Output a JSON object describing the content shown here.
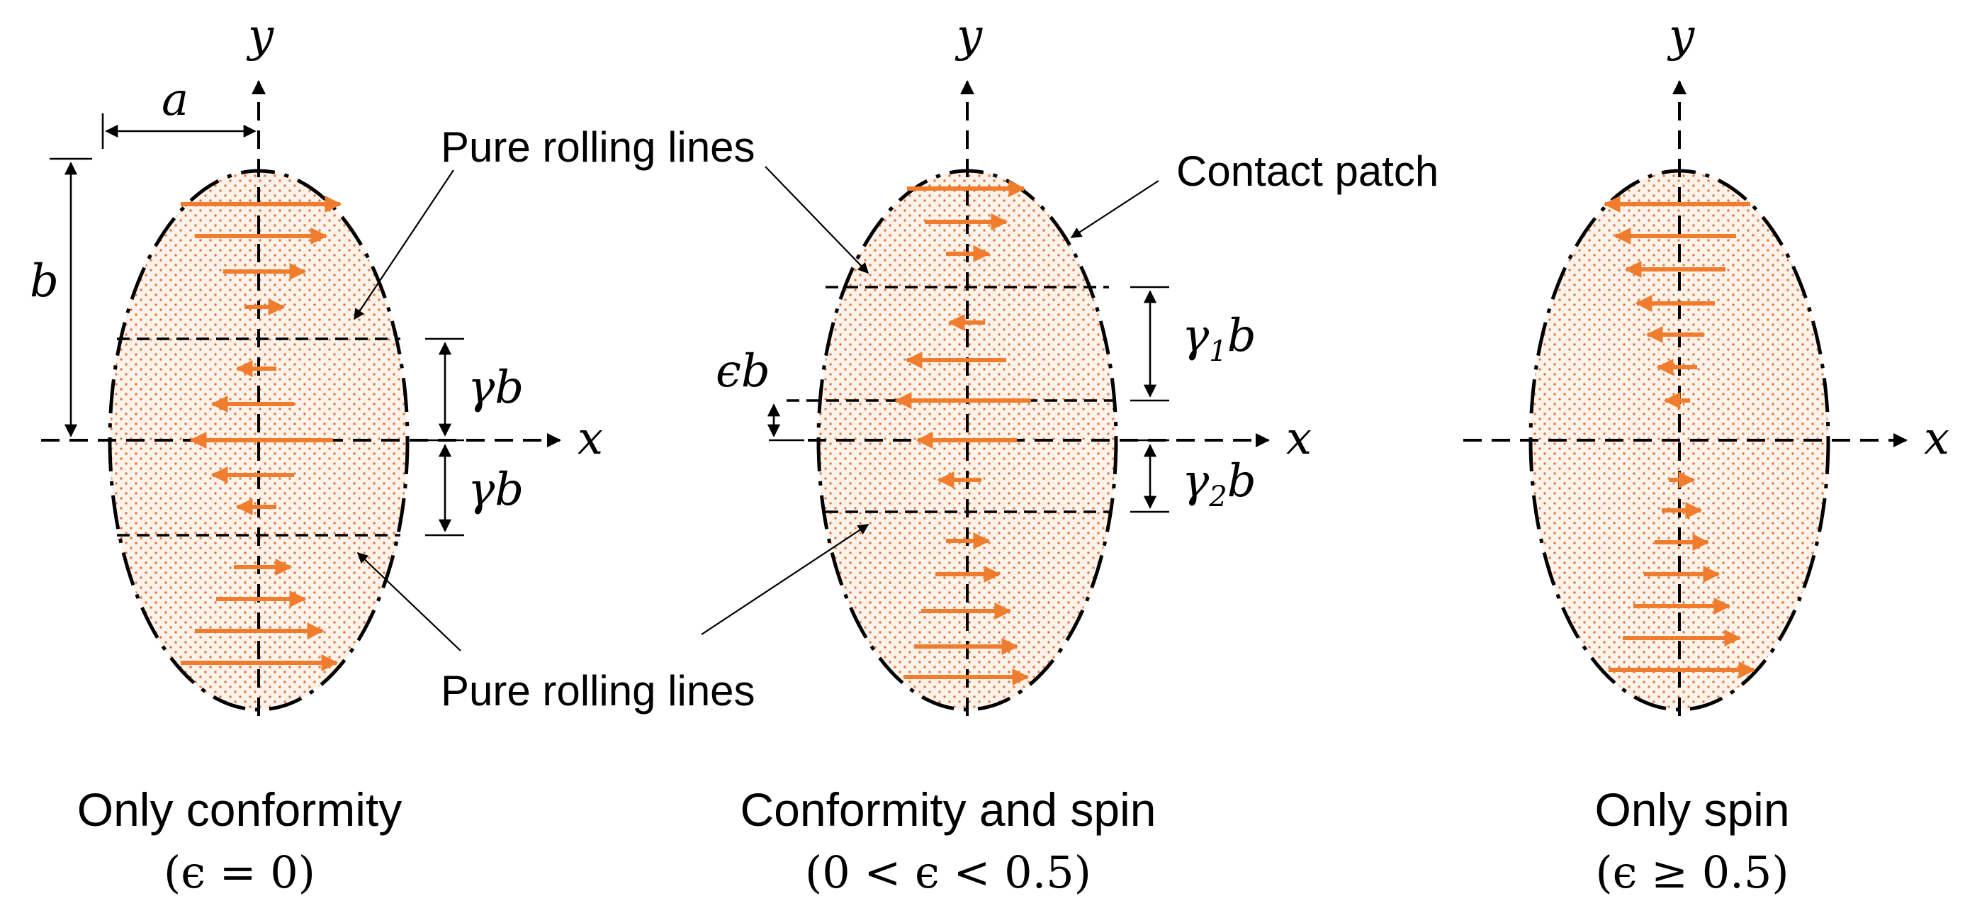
{
  "axes": {
    "x_label": "x",
    "y_label": "y"
  },
  "dimensions": {
    "a_label": "a",
    "b_label": "b",
    "gamma_b_label": "γb",
    "gamma1_b_label": "γ",
    "gamma1_sub": "1",
    "gamma1_tail": "b",
    "gamma2_b_label": "γ",
    "gamma2_sub": "2",
    "gamma2_tail": "b",
    "epsilon_b_label": "ϵb"
  },
  "annotations": {
    "pure_rolling_top": "Pure rolling lines",
    "pure_rolling_bottom": "Pure rolling lines",
    "contact_patch": "Contact patch"
  },
  "panels": [
    {
      "caption": "Only conformity",
      "condition": "(ϵ = 0)"
    },
    {
      "caption": "Conformity and spin",
      "condition": "(0 < ϵ < 0.5)"
    },
    {
      "caption": "Only spin",
      "condition": "(ϵ ≥ 0.5)"
    }
  ],
  "colors": {
    "arrow": "#ef7d2d",
    "patch_dots": "#e07a45",
    "lines": "#000000"
  }
}
